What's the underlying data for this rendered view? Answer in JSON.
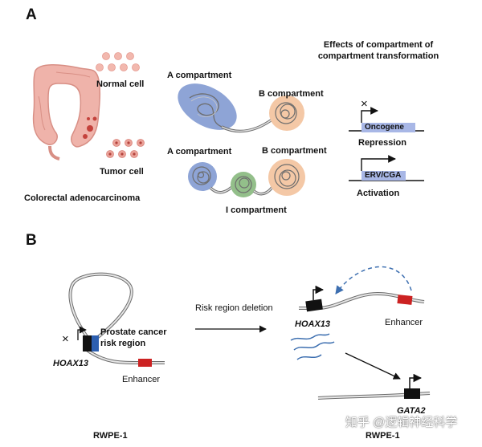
{
  "panel_a": {
    "label": "A",
    "normal_cell": "Normal cell",
    "tumor_cell": "Tumor cell",
    "tissue": "Colorectal adenocarcinoma",
    "a_compartment_1": "A compartment",
    "b_compartment_1": "B compartment",
    "a_compartment_2": "A compartment",
    "b_compartment_2": "B compartment",
    "i_compartment": "I compartment",
    "effects_line1": "Effects of compartment of",
    "effects_line2": "compartment transformation",
    "repression_gene": "Oncogene",
    "repression": "Repression",
    "activation_gene": "ERV/CGA",
    "activation": "Activation",
    "blocked_mark": "×"
  },
  "panel_b": {
    "label": "B",
    "risk_line1": "Prostate cancer",
    "risk_line2": "risk region",
    "hoax13_left": "HOAX13",
    "enhancer_left": "Enhancer",
    "rwpe_left": "RWPE-1",
    "deletion": "Risk region deletion",
    "hoax13_right": "HOAX13",
    "enhancer_right": "Enhancer",
    "gata2": "GATA2",
    "rwpe_right": "RWPE-1",
    "blocked_mark": "×"
  },
  "watermark": "知乎 @逻辑神经科学",
  "colors": {
    "a_compartment": "#8ea4d6",
    "b_compartment": "#f4c8a6",
    "i_compartment": "#93bf8a",
    "colon": "#efb3aa",
    "gene_box": "#a8b7e6",
    "risk_region": "#2d5fb0",
    "enhancer": "#cc2222",
    "arc_arrow": "#3d6fb0"
  }
}
